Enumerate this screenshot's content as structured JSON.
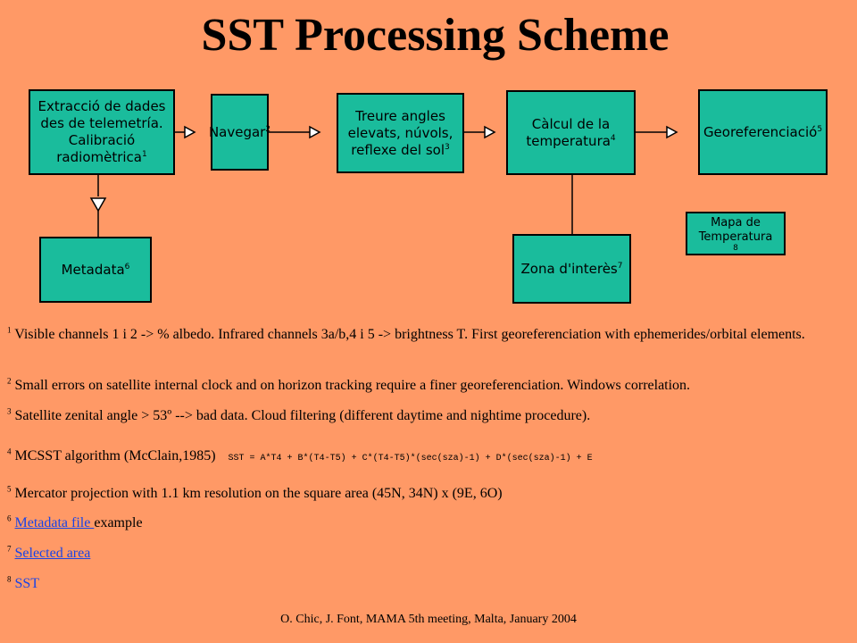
{
  "title": "SST Processing Scheme",
  "boxes": {
    "extraccio": {
      "text": "Extracció de dades des de telemetría. Calibració radiomètrica",
      "sup": "1"
    },
    "navegar": {
      "text": "Navegar",
      "sup": "2"
    },
    "treure": {
      "text": "Treure angles elevats, núvols, reflexe del sol",
      "sup": "3"
    },
    "calcul": {
      "text": "Càlcul de la temperatura",
      "sup": "4"
    },
    "georef": {
      "text": "Georeferenciació",
      "sup": "5"
    },
    "metadata": {
      "text": "Metadata",
      "sup": "6"
    },
    "zona": {
      "text": "Zona d'interès",
      "sup": "7"
    },
    "mapa": {
      "text": "Mapa de Temperatura",
      "sup": "8"
    }
  },
  "notes": [
    {
      "num": "1",
      "text": "Visible channels 1 i 2 -> % albedo. Infrared channels 3a/b,4 i 5 -> brightness T. First georeferenciation with ephemerides/orbital elements."
    },
    {
      "num": "2",
      "text": "Small errors on satellite internal clock and on horizon tracking require a finer georeferenciation.  Windows correlation."
    },
    {
      "num": "3",
      "text": "Satellite zenital angle > 53º --> bad data. Cloud filtering (different daytime and nightime procedure)."
    },
    {
      "num": "4",
      "text": "MCSST algorithm (McClain,1985)",
      "formula": "SST = A*T4 + B*(T4-T5) + C*(T4-T5)*(sec(sza)-1) + D*(sec(sza)-1) + E"
    },
    {
      "num": "5",
      "text": "Mercator projection with 1.1 km resolution on the square area (45N, 34N) x (9E, 6O)"
    },
    {
      "num": "6",
      "link": "Metadata file ",
      "text": "example"
    },
    {
      "num": "7",
      "link": "Selected area"
    },
    {
      "num": "8",
      "link": "SST"
    }
  ],
  "footer": "O. Chic, J. Font,  MAMA 5th meeting, Malta, January 2004",
  "colors": {
    "background": "#FF9966",
    "box": "#1ABC9C",
    "link": "#1a44e6"
  }
}
